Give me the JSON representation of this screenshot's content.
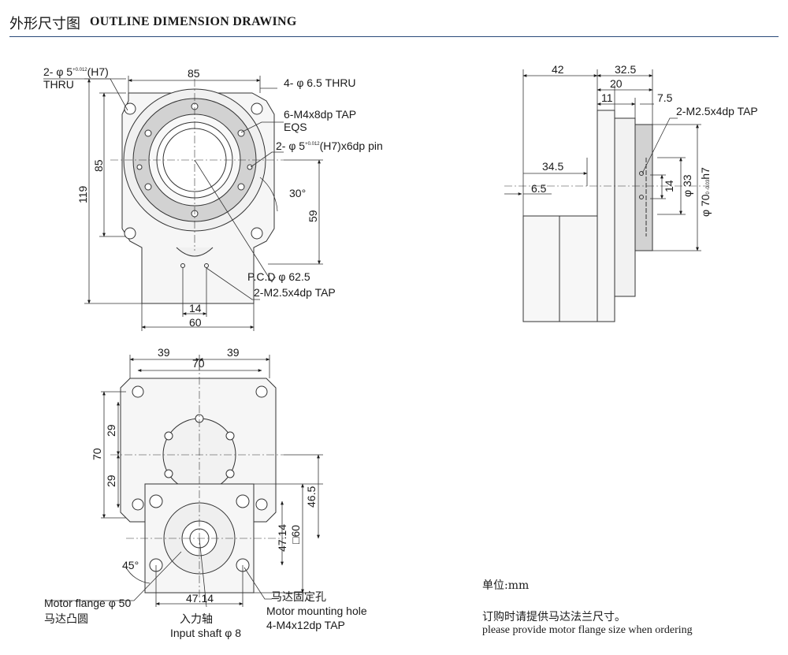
{
  "header": {
    "title_zh": "外形尺寸图",
    "title_en": "OUTLINE DIMENSION DRAWING"
  },
  "front_view": {
    "hole_note_1": "2- φ 5",
    "hole_note_1_tol": "+0.012",
    "hole_note_1_tol2": "0",
    "hole_note_1_fit": "(H7)",
    "hole_note_1_thru": "THRU",
    "dim_width": "85",
    "dim_height_inner": "85",
    "dim_height_total": "119",
    "thru_hole": "4- φ 6.5 THRU",
    "tap_note": "6-M4x8dp TAP",
    "tap_eqs": "EQS",
    "pin_note_a": "2- φ 5",
    "pin_note_tol": "+0.012",
    "pin_note_b": "(H7)x6dp pin",
    "angle": "30°",
    "dim_59": "59",
    "pcd": "P.C.D  φ 62.5",
    "tap_small": "2-M2.5x4dp TAP",
    "dim_14": "14",
    "dim_60": "60"
  },
  "side_view": {
    "dim_42": "42",
    "dim_32_5": "32.5",
    "dim_20": "20",
    "dim_11": "11",
    "dim_7_5": "7.5",
    "tap_note": "2-M2.5x4dp TAP",
    "dim_34_5": "34.5",
    "dim_6_5": "6.5",
    "dim_phi33": "φ 33",
    "dim_14": "14",
    "dim_phi70": "φ 70",
    "dim_phi70_tol": "0\n-0.03",
    "dim_phi70_fit": "h7"
  },
  "bottom_view": {
    "dim_39a": "39",
    "dim_39b": "39",
    "dim_70": "70",
    "dim_29a": "29",
    "dim_29b": "29",
    "dim_70_v": "70",
    "dim_46_5": "46.5",
    "dim_47_14_v": "47.14",
    "dim_sq60": "□60",
    "angle_45": "45°",
    "motor_flange": "Motor flange φ 50",
    "motor_flange_zh": "马达凸圆",
    "dim_47_14_h": "47.14",
    "input_shaft_zh": "入力轴",
    "input_shaft": "Input shaft φ 8",
    "motor_hole_zh": "马达固定孔",
    "motor_hole": "Motor mounting hole",
    "motor_hole_tap": "4-M4x12dp TAP"
  },
  "notes": {
    "unit": "单位:mm",
    "order_zh": "订购时请提供马达法兰尺寸。",
    "order_en": "please provide motor flange size when ordering"
  }
}
